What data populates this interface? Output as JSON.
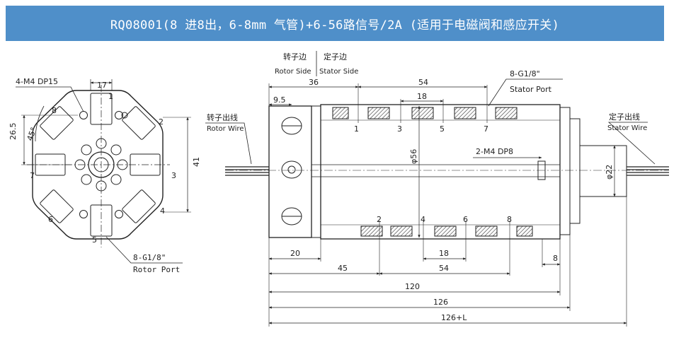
{
  "banner": {
    "title": "RQ08001(8 进8出，6-8mm 气管)+6-56路信号/2A (适用于电磁阀和感应开关)"
  },
  "end_view": {
    "hole_spec": "4-M4 DP15",
    "port_numbers": [
      "1",
      "2",
      "3",
      "4",
      "5",
      "6",
      "7",
      "8"
    ],
    "rotor_port_title": "8-G1/8\"",
    "rotor_port_sub": "Rotor Port",
    "dims": {
      "width_top": "17",
      "height_left": "26.5",
      "angle": "45°",
      "height_right": "41"
    }
  },
  "side_view": {
    "rotor_side_cn": "转子边",
    "stator_side_cn": "定子边",
    "rotor_side_en": "Rotor Side",
    "stator_side_en": "Stator Side",
    "rotor_wire_cn": "转子出线",
    "rotor_wire_en": "Rotor Wire",
    "stator_wire_cn": "定子出线",
    "stator_wire_en": "Stator Wire",
    "stator_port_title": "8-G1/8\"",
    "stator_port_sub": "Stator Port",
    "hole_spec": "2-M4 DP8",
    "port_numbers_top": [
      "1",
      "3",
      "5",
      "7"
    ],
    "port_numbers_bottom": [
      "2",
      "4",
      "6",
      "8"
    ],
    "dims": {
      "top_36": "36",
      "top_54": "54",
      "top_9_5": "9.5",
      "top_18": "18",
      "dia_56": "φ56",
      "dia_22": "φ22",
      "bot_20": "20",
      "bot_18": "18",
      "bot_8": "8",
      "bot_45": "45",
      "bot_54": "54",
      "bot_120": "120",
      "bot_126": "126",
      "bot_126L": "126+L"
    }
  }
}
